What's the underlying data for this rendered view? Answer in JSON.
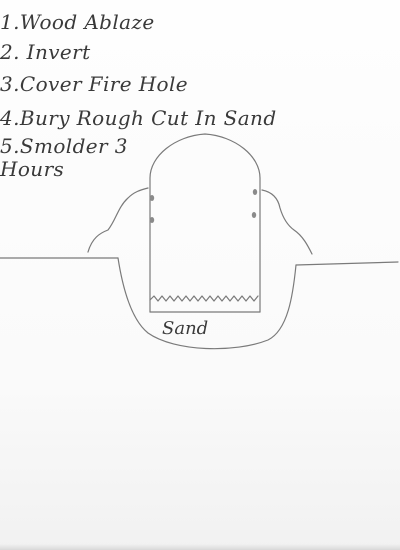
{
  "steps": [
    "1.Wood Ablaze",
    "2. Invert",
    "3.Cover Fire Hole",
    "4.Bury Rough Cut In Sand",
    "5.Smolder 3",
    "Hours"
  ],
  "diagram": {
    "sand_label": "Sand"
  },
  "colors": {
    "pencil": "#3a3a3a",
    "line": "#7a7a7a",
    "paper": "#fdfdfd"
  }
}
